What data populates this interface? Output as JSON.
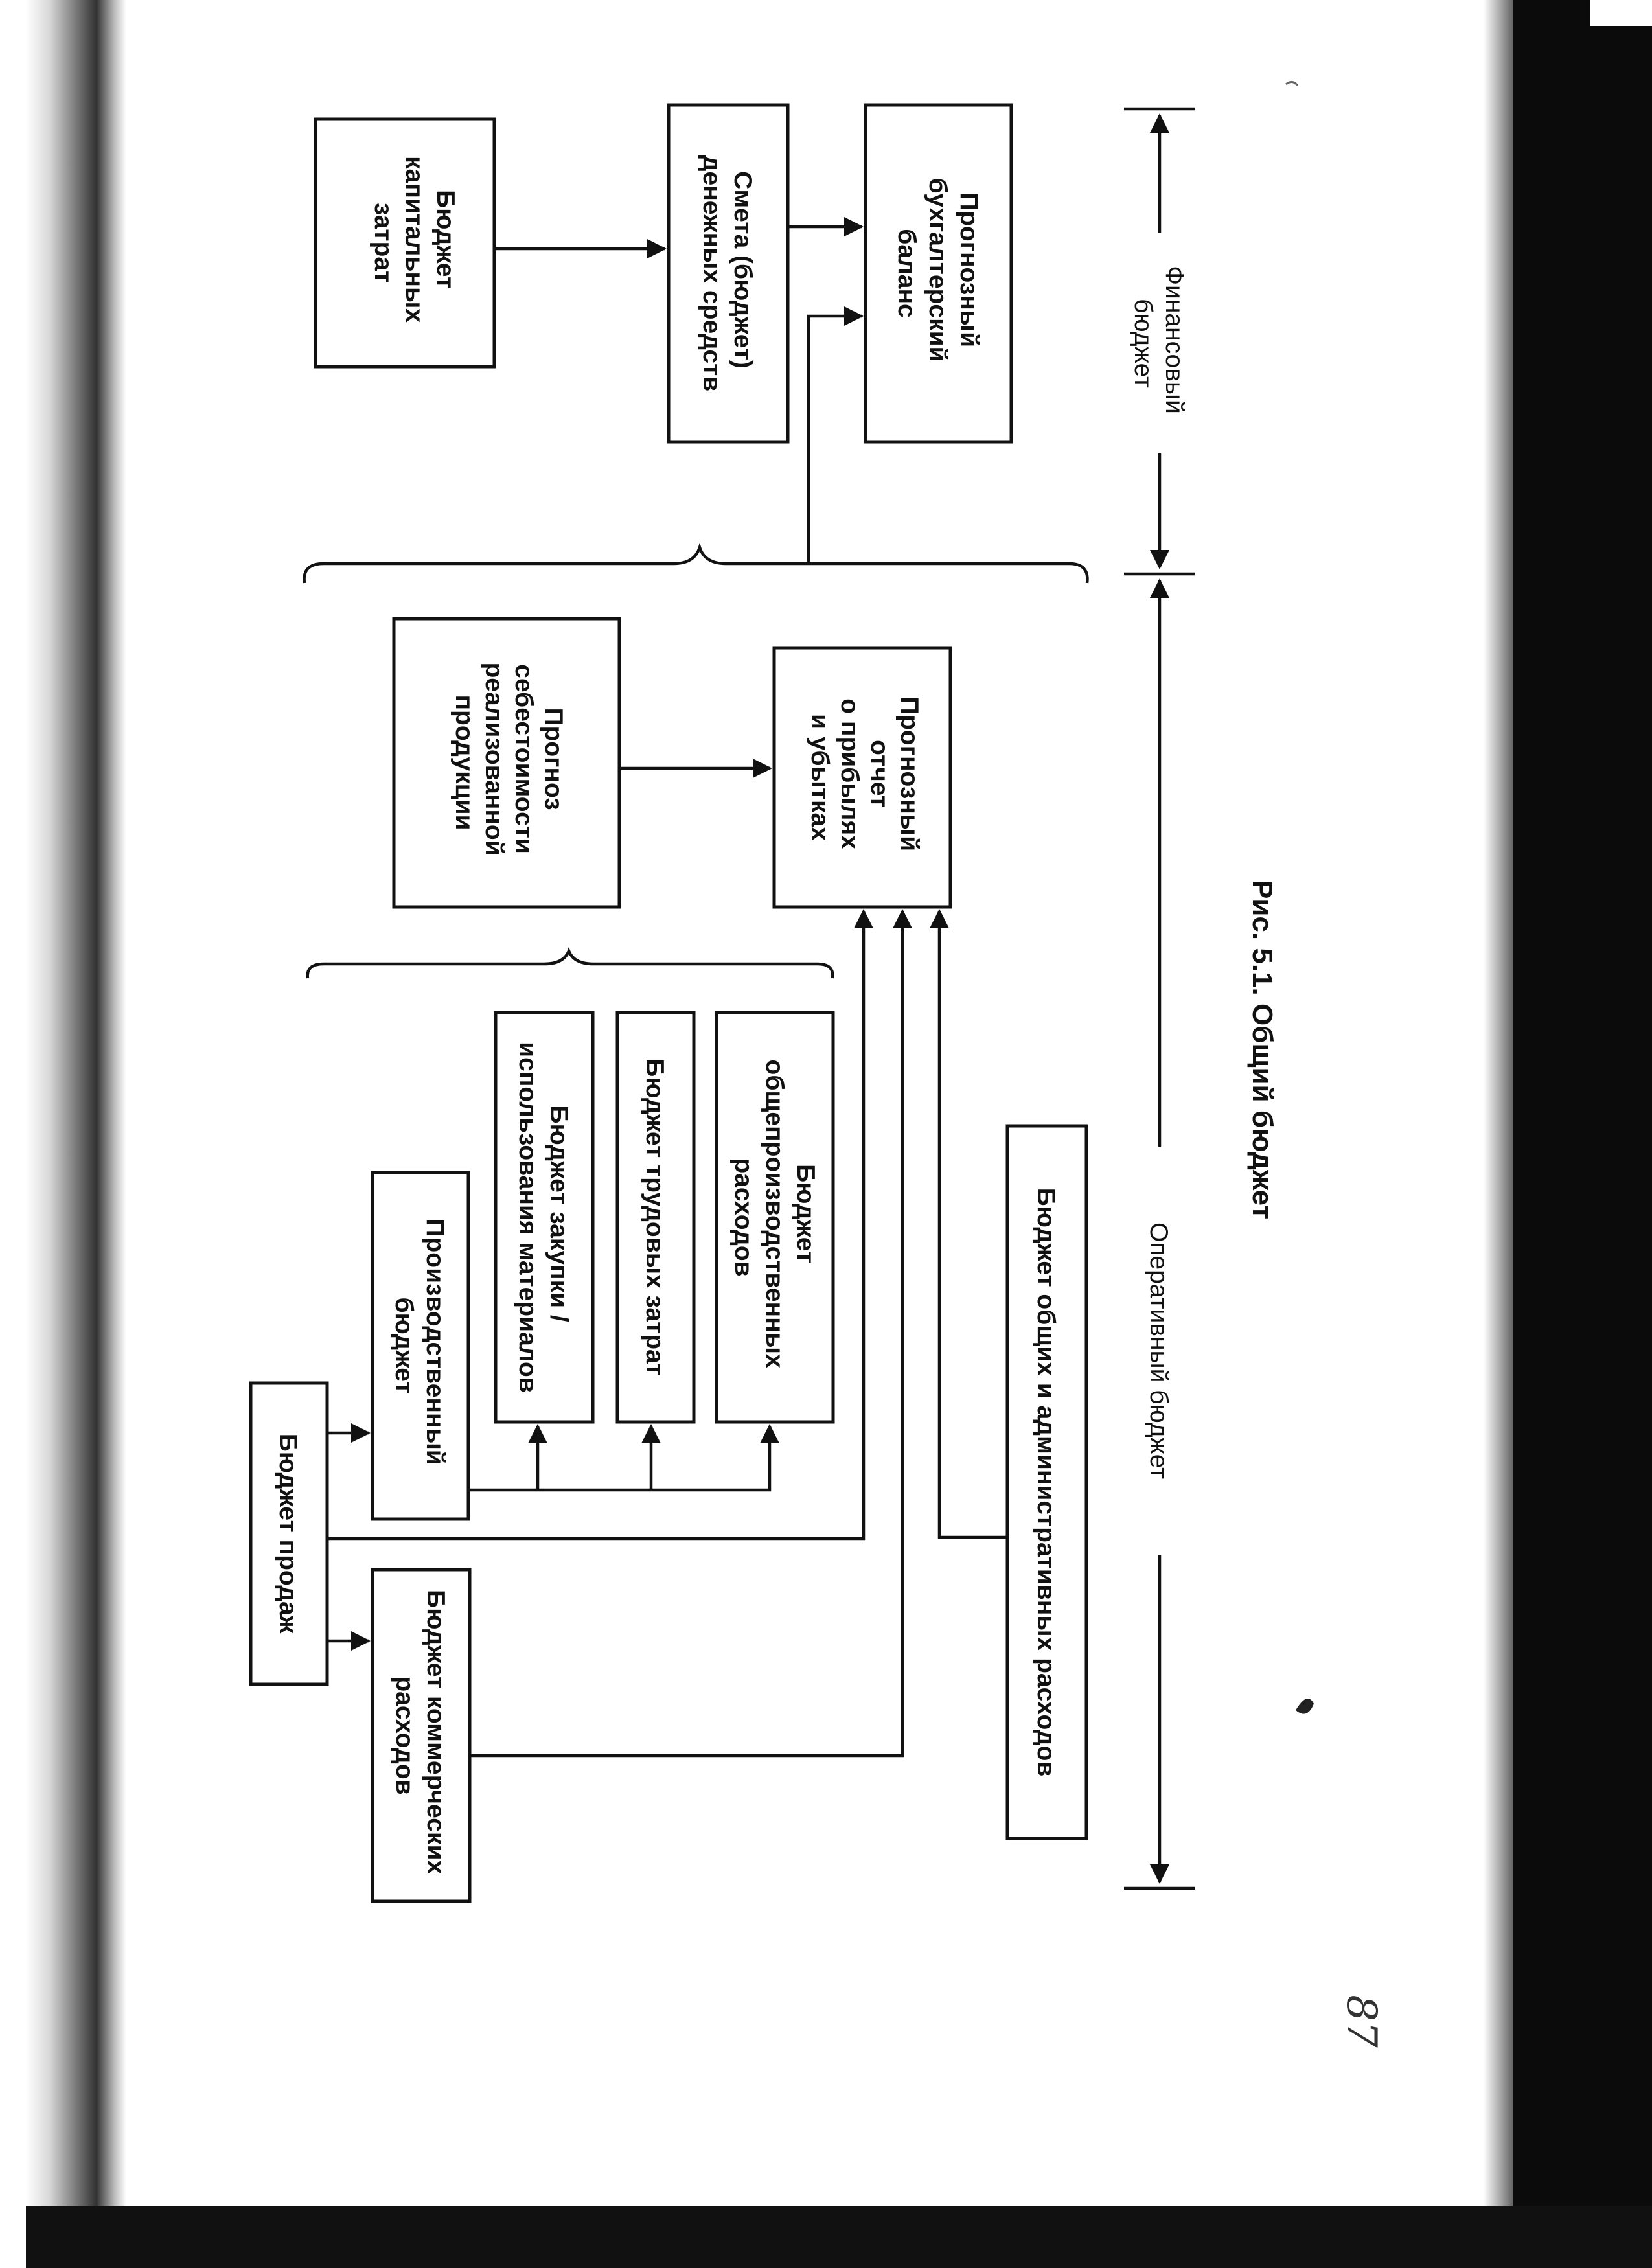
{
  "boxes": {
    "capex": [
      "Бюджет",
      "капитальных",
      "затрат"
    ],
    "cash": [
      "Смета (бюджет)",
      "денежных средств"
    ],
    "balance": [
      "Прогнозный",
      "бухгалтерский",
      "баланс"
    ],
    "cogs": [
      "Прогноз",
      "себестоимости",
      "реализованной",
      "продукции"
    ],
    "pnl": [
      "Прогнозный",
      "отчет",
      "о прибылях",
      "и убытках"
    ],
    "sales": [
      "Бюджет продаж"
    ],
    "production": [
      "Производственный",
      "бюджет"
    ],
    "materials": [
      "Бюджет закупки /",
      "использования материалов"
    ],
    "labor": [
      "Бюджет трудовых затрат"
    ],
    "overhead": [
      "Бюджет",
      "общепроизводственных",
      "расходов"
    ],
    "selling": [
      "Бюджет коммерческих",
      "расходов"
    ],
    "admin": [
      "Бюджет общих и административных расходов"
    ]
  },
  "dimensions": {
    "financial": [
      "Финансовый",
      "бюджет"
    ],
    "operational": "Оперативный бюджет"
  },
  "caption": "Рис. 5.1. Общий бюджет",
  "page_number": "87"
}
